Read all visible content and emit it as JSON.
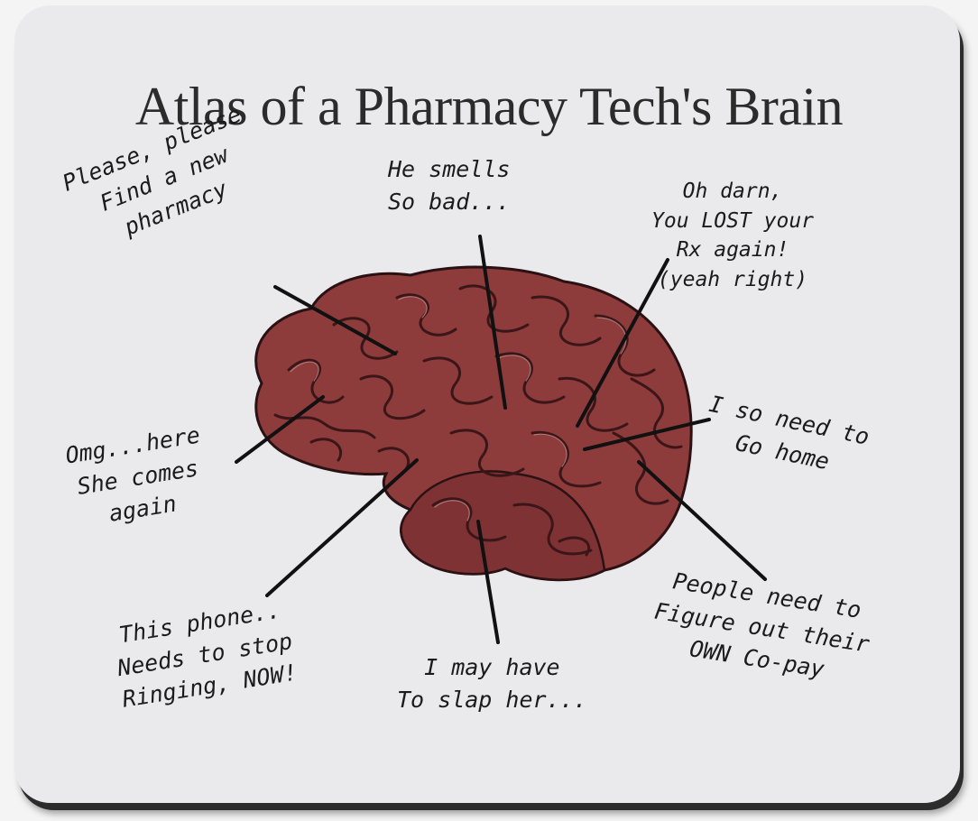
{
  "title": "Atlas of a Pharmacy Tech's Brain",
  "labels": {
    "find_pharmacy": [
      "Please, please",
      "Find a new",
      "pharmacy"
    ],
    "smells": [
      "He smells",
      "So bad..."
    ],
    "lost_rx": [
      "Oh darn,",
      "You LOST your",
      "Rx again!",
      "(yeah right)"
    ],
    "here_she_comes": [
      "Omg...here",
      "She comes",
      "again"
    ],
    "go_home": [
      "I so need to",
      "Go home"
    ],
    "phone": [
      "This phone..",
      "Needs to stop",
      "Ringing, NOW!"
    ],
    "slap": [
      "I may have",
      "To slap her..."
    ],
    "copay": [
      "People need to",
      "Figure out their",
      "OWN Co-pay"
    ]
  },
  "colors": {
    "brain_fill": "#8e3b3b",
    "brain_dark": "#4a1c1f",
    "brain_outline": "#2a1214",
    "line": "#111111",
    "text": "#1b1b1b",
    "background": "#eaeaec"
  }
}
